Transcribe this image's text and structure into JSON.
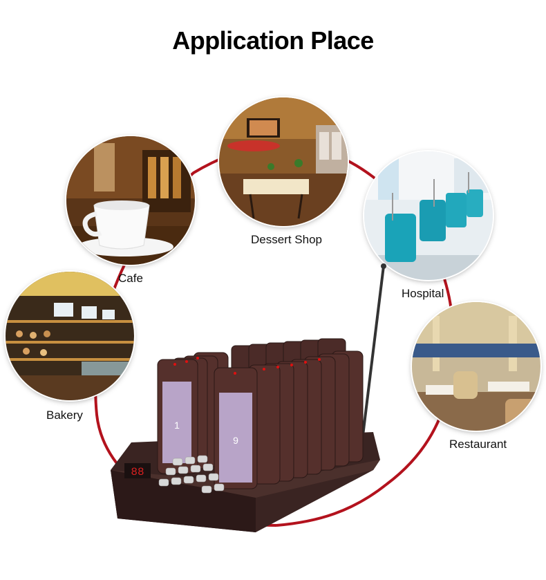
{
  "title": "Application Place",
  "colors": {
    "ring": "#b3121d",
    "title": "#000000",
    "device_body": "#3a2422",
    "pager_body": "#4b2b28"
  },
  "places": [
    {
      "name": "cafe",
      "label": "Cafe"
    },
    {
      "name": "dessert-shop",
      "label": "Dessert Shop"
    },
    {
      "name": "hospital",
      "label": "Hospital"
    },
    {
      "name": "bakery",
      "label": "Bakery"
    },
    {
      "name": "restaurant",
      "label": "Restaurant"
    }
  ]
}
